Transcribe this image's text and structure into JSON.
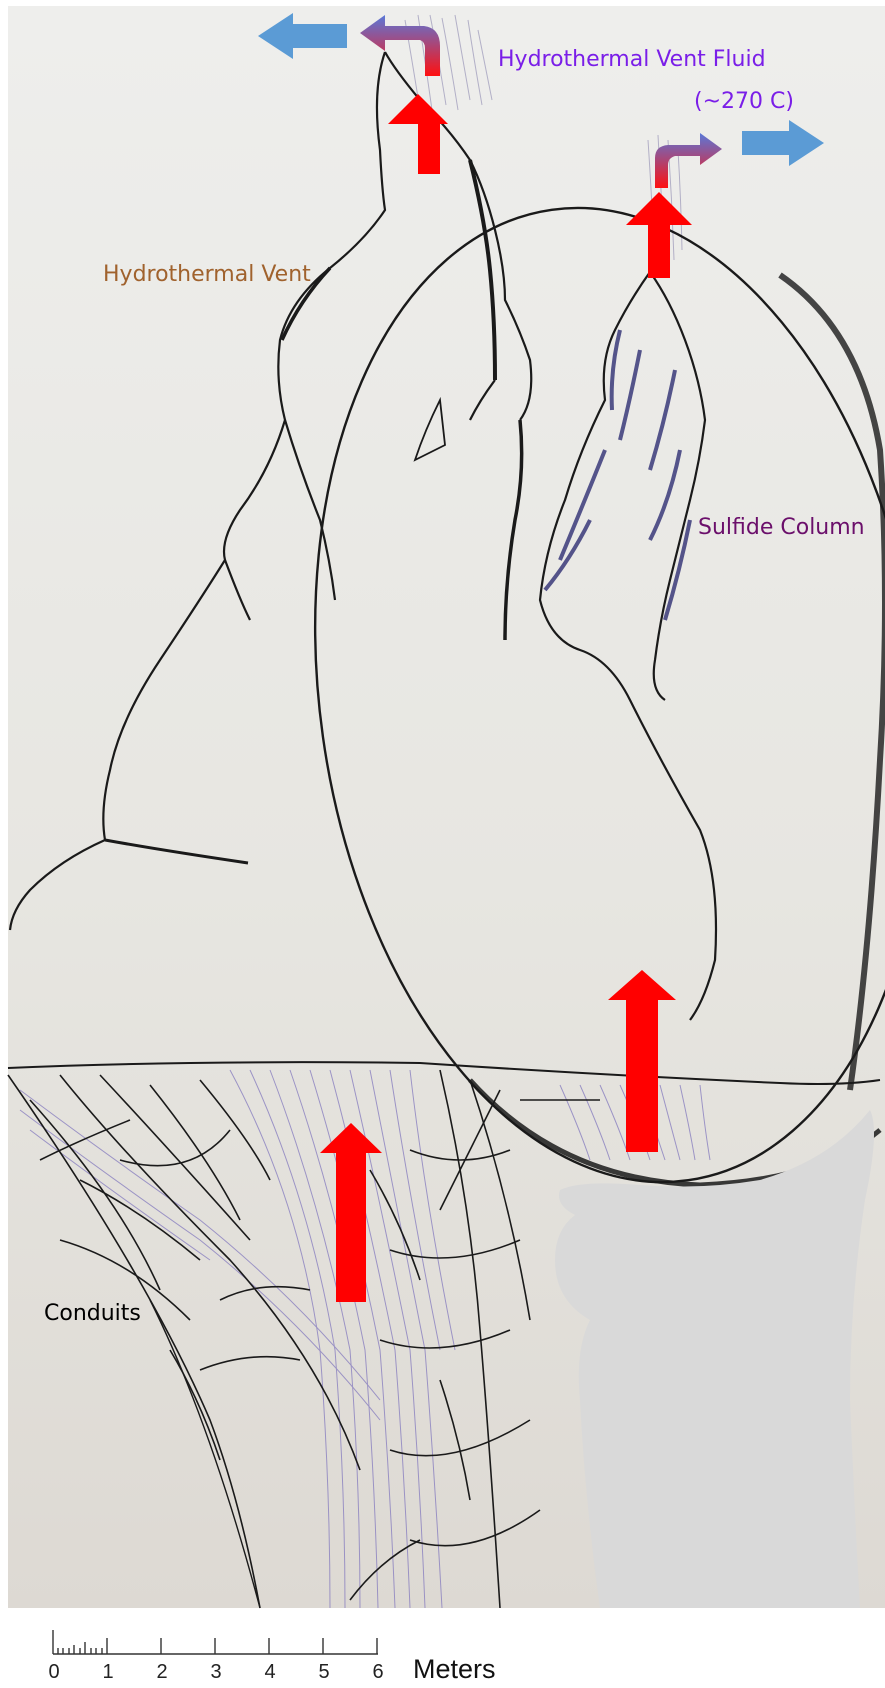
{
  "labels": {
    "fluid": "Hydrothermal Vent Fluid",
    "temperature": "(~270 C)",
    "vent": "Hydrothermal Vent",
    "sulfide": "Sulfide Column",
    "conduits": "Conduits"
  },
  "scale_bar": {
    "unit": "Meters",
    "ticks": [
      "0",
      "1",
      "2",
      "3",
      "4",
      "5",
      "6"
    ]
  },
  "colors": {
    "paper": "#e9e8e3",
    "ink": "#1a1a1a",
    "upflow_arrow": "#ff0000",
    "outflow_arrow": "#5b9bd5",
    "fluid_label": "#7a1ee8",
    "vent_label": "#a0622d",
    "sulfide_label": "#6b0f6b",
    "conduit_hatching": "#8a80c0",
    "masked_area": "#d9d9d9"
  }
}
